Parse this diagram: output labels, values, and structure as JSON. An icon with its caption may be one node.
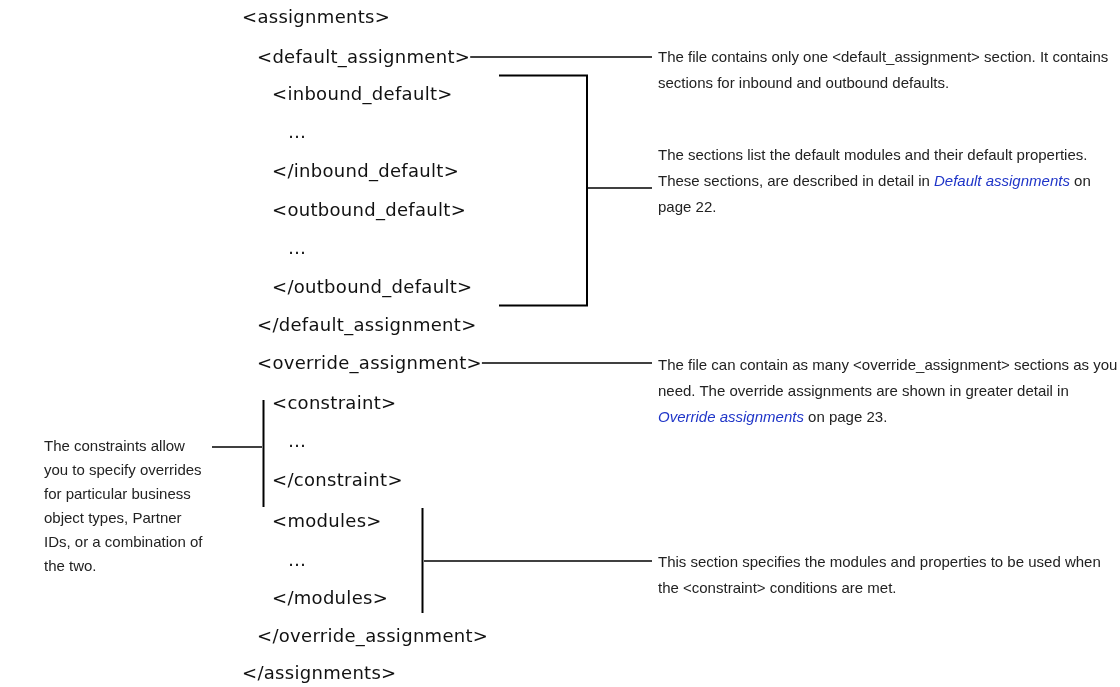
{
  "diagram": {
    "nodes": [
      {
        "text": [
          "<default_assignment>"
        ]
      },
      {
        "text": [
          "The file contains only one <default_assignment> section. It contains sections for inbound and outbound defaults."
        ]
      },
      {
        "text": [],
        "shape": "bracket"
      },
      {
        "text": [
          "The sections list the default modules and their default properties. These sections, are described in detail in *Default assignments* on page 22."
        ]
      },
      {
        "text": [
          "<override_assignment>"
        ]
      },
      {
        "text": [
          "The file can contain as many <override_assignment> sections as you need. The override assignments are shown in greater detail in *Override assignments* on page 23."
        ]
      },
      {
        "text": [
          "The constraints allow you to specify overrides for particular business object types, Partner IDs, or a combination of the two."
        ]
      },
      {
        "text": [],
        "shape": "bracket"
      },
      {
        "text": [],
        "shape": "bracket"
      },
      {
        "text": [
          "This section specifies the modules and properties to be used when the <constraint> conditions are met."
        ]
      }
    ],
    "edges": [
      {
        "from": 1,
        "to": 0,
        "arrow": "none"
      },
      {
        "from": 3,
        "to": 2,
        "arrow": "none"
      },
      {
        "from": 5,
        "to": 4,
        "arrow": "none"
      },
      {
        "from": 6,
        "to": 7,
        "arrow": "none"
      },
      {
        "from": 9,
        "to": 8,
        "arrow": "none"
      }
    ],
    "labels": [
      "<assignments>",
      "<inbound_default>",
      "…",
      "</inbound_default>",
      "<outbound_default>",
      "…",
      "</outbound_default>",
      "</default_assignment>",
      "<constraint>",
      "…",
      "</constraint>",
      "<modules>",
      "…",
      "</modules>",
      "</override_assignment>",
      "</assignments>"
    ]
  }
}
